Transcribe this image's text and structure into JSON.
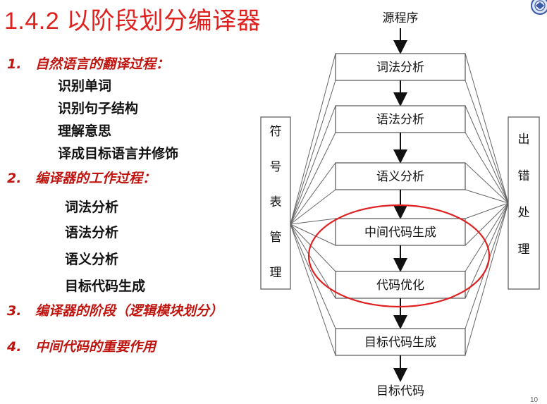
{
  "slide": {
    "title": "1.4.2 以阶段划分编译器",
    "page_number": "10"
  },
  "outline": [
    {
      "level": 1,
      "number": "1.",
      "text": "自然语言的翻译过程："
    },
    {
      "level": 2,
      "text": "识别单词"
    },
    {
      "level": 2,
      "text": "识别句子结构"
    },
    {
      "level": 2,
      "text": "理解意思"
    },
    {
      "level": 2,
      "text": "译成目标语言并修饰"
    },
    {
      "level": 1,
      "number": "2.",
      "text": "编译器的工作过程："
    },
    {
      "level": 2,
      "text": "词法分析"
    },
    {
      "level": 2,
      "text": "语法分析"
    },
    {
      "level": 2,
      "text": "语义分析"
    },
    {
      "level": 2,
      "text": "目标代码生成"
    },
    {
      "level": 1,
      "number": "3.",
      "text": "编译器的阶段（逻辑模块划分）"
    },
    {
      "level": 1,
      "number": "4.",
      "text": "中间代码的重要作用"
    }
  ],
  "diagram": {
    "source": "源程序",
    "target": "目标代码",
    "stages": [
      "词法分析",
      "语法分析",
      "语义分析",
      "中间代码生成",
      "代码优化",
      "目标代码生成"
    ],
    "symbol_table": "符号表管理",
    "error_handling": "出错处理",
    "highlight_color": "#e02020",
    "highlighted_stages": [
      "中间代码生成",
      "代码优化"
    ]
  },
  "colors": {
    "title": "#e0201c",
    "outline_level1": "#c0140f",
    "outline_level2": "#111111"
  }
}
